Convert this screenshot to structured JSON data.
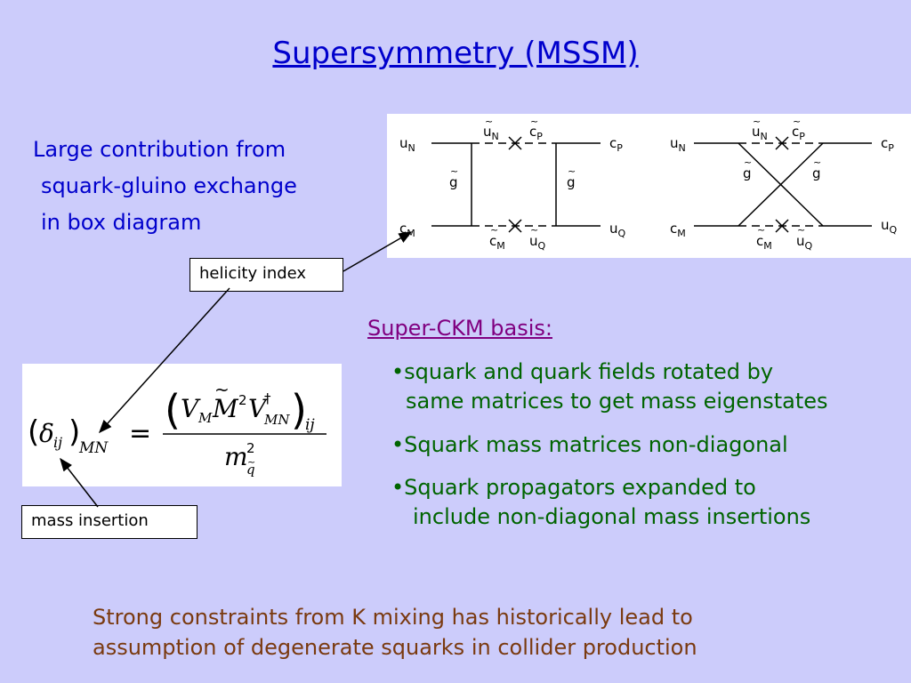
{
  "slide": {
    "title": "Supersymmetry (MSSM)",
    "intro_lines": [
      "Large contribution from",
      "squark-gluino exchange",
      "in box diagram"
    ],
    "callouts": {
      "helicity": "helicity index",
      "mass_insertion": "mass insertion"
    },
    "ckm": {
      "heading": "Super-CKM basis:",
      "bullets": [
        {
          "lines": [
            "squark and quark fields rotated by",
            "same matrices to get mass eigenstates"
          ]
        },
        {
          "lines": [
            "Squark mass matrices non-diagonal"
          ]
        },
        {
          "lines": [
            "Squark propagators expanded to",
            "include non-diagonal mass insertions"
          ]
        }
      ]
    },
    "footer_lines": [
      "Strong constraints from K mixing has historically lead to",
      "assumption of degenerate squarks in collider production"
    ]
  },
  "diagram": {
    "labels": {
      "uN": "u",
      "uN_sub": "N",
      "cP": "c",
      "cP_sub": "P",
      "cM": "c",
      "cM_sub": "M",
      "uQ": "u",
      "uQ_sub": "Q",
      "gluino": "g"
    }
  },
  "formula": {
    "delta": "δ",
    "ij": "ij",
    "MN": "MN",
    "V": "V",
    "M_big": "M",
    "sup2": "2",
    "dagger": "†",
    "m": "m",
    "q": "q"
  }
}
